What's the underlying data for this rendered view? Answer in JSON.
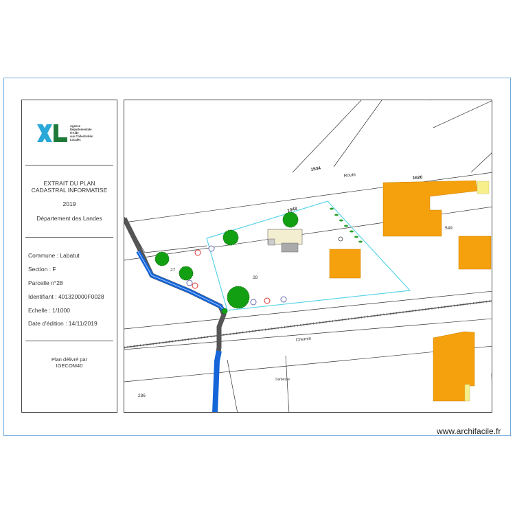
{
  "logo": {
    "lines": [
      "Agence",
      "Départementale",
      "d'Aide",
      "aux Collectivités",
      "Locales"
    ],
    "colors": {
      "blue": "#2aa8d8",
      "green": "#1f7a3a"
    }
  },
  "header": {
    "title_line1": "EXTRAIT DU PLAN",
    "title_line2": "CADASTRAL INFORMATISE",
    "year": "2019",
    "department": "Département des Landes"
  },
  "info": {
    "commune": "Commune : Labatut",
    "section": "Section : F",
    "parcelle": "Parcelle n°28",
    "identifiant": "Identifiant : 401320000F0028",
    "echelle": "Echelle : 1/1000",
    "date": "Date d'édition : 14/11/2019"
  },
  "footer": {
    "line1": "Plan délivré par",
    "line2": "IGECOM40"
  },
  "map": {
    "labels": {
      "route": "Route",
      "chemin": "Chemin",
      "sarbesse": "Sarbesse",
      "p27": "27",
      "p28": "28",
      "p286": "286",
      "p549": "549",
      "n1534": "1534",
      "n1620": "1620",
      "n1043": "1043"
    },
    "colors": {
      "building": "#f5a00d",
      "annex": "#f7f08a",
      "water": "#1565d8",
      "parcel_outline": "#58d4e8",
      "tree": "#12a012",
      "rail": "#555555",
      "red_number": "#d03030"
    }
  },
  "watermark": "www.archifacile.fr"
}
